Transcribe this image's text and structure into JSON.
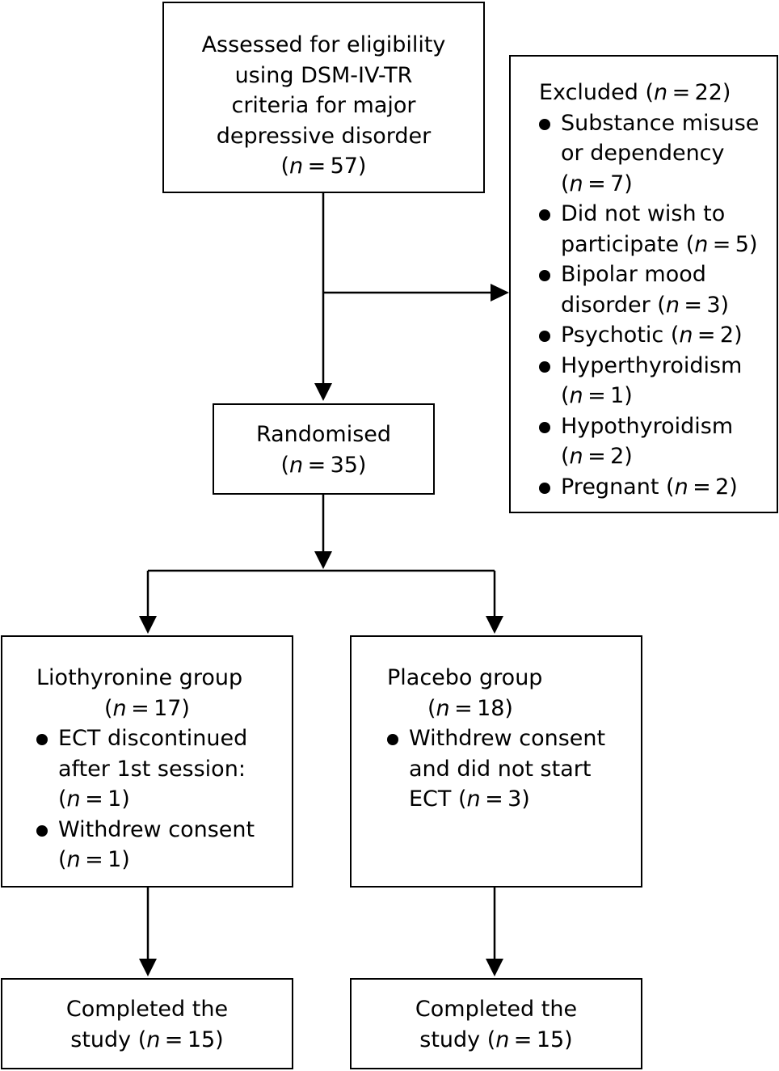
{
  "assessed": {
    "lines": [
      "Assessed for eligibility",
      "using DSM-IV-TR",
      "criteria for major",
      "depressive disorder"
    ],
    "count": "(n = 57)"
  },
  "excluded": {
    "title": "Excluded (n = 22)",
    "items": [
      [
        "Substance misuse",
        "or dependency",
        "(n = 7)"
      ],
      [
        "Did not wish to",
        "participate (n = 5)"
      ],
      [
        "Bipolar mood",
        "disorder (n = 3)"
      ],
      [
        "Psychotic (n = 2)"
      ],
      [
        "Hyperthyroidism",
        "(n = 1)"
      ],
      [
        "Hypothyroidism",
        "(n = 2)"
      ],
      [
        "Pregnant (n = 2)"
      ]
    ]
  },
  "randomised": {
    "label": "Randomised",
    "count": "(n = 35)"
  },
  "liothyronine": {
    "title": "Liothyronine group",
    "count": "(n = 17)",
    "items": [
      [
        "ECT discontinued",
        "after 1st session:",
        "(n = 1)"
      ],
      [
        "Withdrew consent",
        "(n = 1)"
      ]
    ]
  },
  "placebo": {
    "title": "Placebo group",
    "count": "(n = 18)",
    "items": [
      [
        "Withdrew consent",
        "and did not start",
        "ECT (n = 3)"
      ]
    ]
  },
  "completed_left": {
    "lines": [
      "Completed the",
      "study (n = 15)"
    ]
  },
  "completed_right": {
    "lines": [
      "Completed the",
      "study (n = 15)"
    ]
  }
}
